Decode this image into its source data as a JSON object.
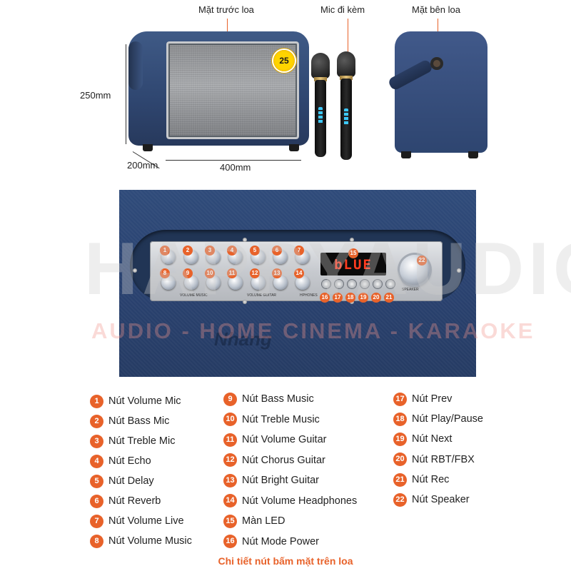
{
  "callouts": {
    "front": "Mặt trước loa",
    "mic": "Mic đi kèm",
    "side": "Mặt bên loa"
  },
  "dimensions": {
    "height": "250mm",
    "depth": "200mm",
    "width": "400mm"
  },
  "badge_text": "25",
  "panel": {
    "watermark_main": "HAPPYAUDIO",
    "watermark_sub": "AUDIO - HOME CINEMA - KARAOKE",
    "lcd_text": "bLUE",
    "brand": "Nhang",
    "knob_numbers_top": [
      "1",
      "2",
      "3",
      "4",
      "5",
      "6",
      "7"
    ],
    "knob_numbers_bottom": [
      "8",
      "9",
      "10",
      "11",
      "12",
      "13",
      "14"
    ],
    "lcd_number": "15",
    "button_numbers": [
      "16",
      "17",
      "18",
      "19",
      "20",
      "21"
    ],
    "speaker_knob_number": "22",
    "plate_labels": [
      "VOLUME MUSIC",
      "VOLUME GUITAR",
      "HPHONES",
      "SPEAKER"
    ]
  },
  "legend": {
    "col1": [
      {
        "num": "1",
        "text": "Nút Volume Mic"
      },
      {
        "num": "2",
        "text": "Nút Bass Mic"
      },
      {
        "num": "3",
        "text": "Nút Treble Mic"
      },
      {
        "num": "4",
        "text": "Nút Echo"
      },
      {
        "num": "5",
        "text": "Nút Delay"
      },
      {
        "num": "6",
        "text": "Nút Reverb"
      },
      {
        "num": "7",
        "text": "Nút Volume Live"
      },
      {
        "num": "8",
        "text": "Nút Volume Music"
      }
    ],
    "col2": [
      {
        "num": "9",
        "text": "Nút Bass Music"
      },
      {
        "num": "10",
        "text": "Nút Treble Music"
      },
      {
        "num": "11",
        "text": "Nút Volume Guitar"
      },
      {
        "num": "12",
        "text": "Nút Chorus Guitar"
      },
      {
        "num": "13",
        "text": "Nút Bright Guitar"
      },
      {
        "num": "14",
        "text": "Nút Volume Headphones"
      },
      {
        "num": "15",
        "text": "Màn LED"
      },
      {
        "num": "16",
        "text": "Nút Mode Power"
      }
    ],
    "col3": [
      {
        "num": "17",
        "text": "Nút Prev"
      },
      {
        "num": "18",
        "text": "Nút Play/Pause"
      },
      {
        "num": "19",
        "text": "Nút Next"
      },
      {
        "num": "20",
        "text": "Nút RBT/FBX"
      },
      {
        "num": "21",
        "text": "Nút Rec"
      },
      {
        "num": "22",
        "text": "Nút Speaker"
      }
    ]
  },
  "footer_title": "Chi tiết nút bấm mặt trên loa",
  "colors": {
    "accent": "#e8622a",
    "speaker_blue": "#2f4670",
    "lcd_red": "#ff3b1f"
  }
}
